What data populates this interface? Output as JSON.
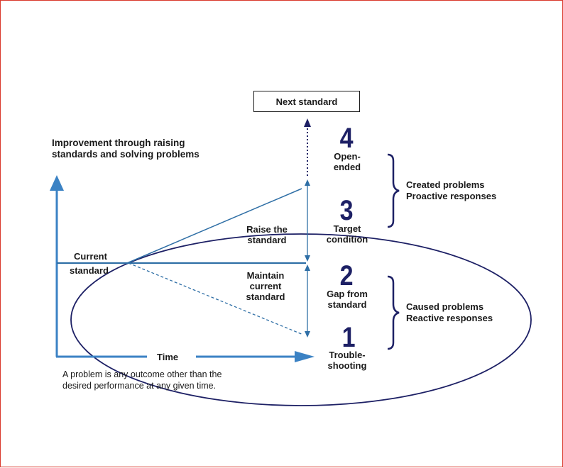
{
  "title": [
    "Improvement through raising",
    "standards and solving problems"
  ],
  "next_standard": "Next standard",
  "current_standard": [
    "Current",
    "standard"
  ],
  "time_label": "Time",
  "raise_the_standard": [
    "Raise the",
    "standard"
  ],
  "maintain_current_standard": [
    "Maintain",
    "current",
    "standard"
  ],
  "levels": [
    {
      "number": "4",
      "label": [
        "Open-",
        "ended"
      ]
    },
    {
      "number": "3",
      "label": [
        "Target",
        "condition"
      ]
    },
    {
      "number": "2",
      "label": [
        "Gap from",
        "standard"
      ]
    },
    {
      "number": "1",
      "label": [
        "Trouble-",
        "shooting"
      ]
    }
  ],
  "created_problems": [
    "Created problems",
    "Proactive responses"
  ],
  "caused_problems": [
    "Caused problems",
    "Reactive responses"
  ],
  "footnote": [
    "A problem is any outcome other than the",
    "desired performance at any given time."
  ],
  "colors": {
    "axis_blue": "#3b82c4",
    "line_blue": "#2f6fa6",
    "dark_navy": "#1d2065",
    "text": "#1a1a1a",
    "frame": "#d9392c"
  }
}
